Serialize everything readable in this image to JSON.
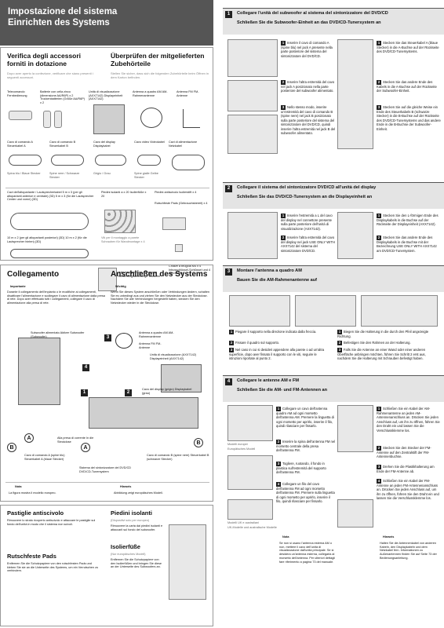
{
  "header": {
    "title_it": "Impostazione del sistema",
    "title_de": "Einrichten des Systems"
  },
  "verify": {
    "title_it": "Verifica degli accessori forniti in dotazione",
    "sub_it": "Dopo aver aperto la confezione, verificare che siano presenti i seguenti accessori.",
    "title_de": "Überprüfen der mitgelieferten Zubehörteile",
    "sub_de": "Stellen Sie sicher, dass sich die folgenden Zubehörteile beim Öffnen in dem Karton befinden.",
    "items_row1": [
      "Telecomando Fernbedienung",
      "Batterie con cella zinco (dimensione AA/R6P) x 2 Trockenbatterien (Größe AA/R6P) x 2",
      "Unità di visualizzazione (AXX7142) Displayeinheit (AXX7142)",
      "Antenna a quadro AM AM-Rahmenantenne",
      "Antenna FM FM-Antenne"
    ],
    "items_row2": [
      "Cavo di comando A Steuerkabel A",
      "Cavo di comando B Steuerkabel B",
      "Cavo del display Displaykabel",
      "Cavo video Videokabel",
      "Cavi di alimentazione Netzkabel"
    ],
    "cable_colors": [
      "Spina blu / Blaue Stecker",
      "Spine nere / Schwarze Stecker",
      "Grigio / Grau",
      "Spine gialle Gelbe Stecker"
    ],
    "items_row3_left": "Cavi dell'altoparlante / Lautsprecherkabel 5 m x 3 (per gli altoparlanti anteriori e centrale) (3D) 5 m x 3 (für die Lautsprecher Center und vorne) (3D)",
    "items_row3_mid": "Piedini isolanti a x 20 Isolierfüße x 20",
    "items_row3_mid2": "Piedini antiscivolo Isolierstift x 4",
    "items_row3_right": "Rutschfeste Pads (Gebrauchsbereit) x 4",
    "items_row4_left": "10 m x 2 (per gli altoparlanti posteriori) (3D) 10 m x 2 (für die Lautsprecher hinten) (3D)",
    "items_row4_mid": "Istruzioni per l'uso / Garanzia Bedienungsanleitung / Garantie",
    "items_row4_mid2": "Viti per il montaggio a parete Schrauben für Wandmontage x 4",
    "items_row4_right": "Chiave a brugola M4 x 4 Inbusschlüssel-Schlüssel und 4 Schrauben"
  },
  "connect": {
    "title_it": "Collegamento",
    "title_de": "Anschließen des Systems",
    "imp_it_label": "Importante",
    "imp_it_text": "Durante il collegamento dell'impianto o le modifiche ai collegamenti, disattivare l'alimentazione e scollegare il cavo di alimentazione dalla presa di rete. Dopo aver effettuato tutti i collegamenti, collegare il cavo di alimentazione alla presa di rete.",
    "imp_de_label": "Wichtig",
    "imp_de_text": "Wenn Sie dieses System anschließen oder Verbindungen ändern, schalten Sie es unbedingt aus und ziehen Sie den Netzstecker aus der Steckdose. Nachdem Sie alle Verbindungen hergestellt haben, stecken Sie den Netzstecker wieder in die Steckdose.",
    "labels": {
      "sub": "Subwoofer alimentato Aktiver Subwoofer (Subwoofer)",
      "am": "Antenna a quadro AM AM-Rahmenantenne",
      "fm": "Antenna FM FM-Antenne",
      "disp": "Unità di visualizzazione (AXX7142) Displayeinheit (AXX7142)",
      "dispcable": "Cavo del display (grigio) Displaykabel (grau)",
      "ctrlA": "Cavo di comando A (spine blu) Steuerkabel A (blaue Stecker)",
      "tuner": "Sistema del sintonizzatore del DVD/CD DVD/CD-Tunersystem",
      "ctrlB": "Cavo di comando B (spine nere) Steuerkabel B (schwarze Stecker)",
      "wall": "Alla presa di corrente In die Steckdose"
    },
    "note_it_label": "Nota",
    "note_it": "La figura mostra il modello europeo.",
    "note_de_label": "Hinweis",
    "note_de": "Abbildung zeigt europäisches Modell."
  },
  "bottom": {
    "pads_title": "Pastiglie antiscivolo",
    "pads_text": "Rimuovere lo strato ricoperto antiscivolo e attaccare le pastiglie sul fondo dell'unità in modo che il sistema non scivoli.",
    "pads_de_title": "Rutschfeste Pads",
    "pads_de_text": "Entfernen Sie die Schutzpapiere von den rutschfesten Pads und kleben Sie sie an die Unterseite des Systems, um ein Verrutschen zu verhindern.",
    "feet_title": "Piedini isolanti",
    "feet_sub": "(Dispositivi solo per europeo)",
    "feet_text": "Rimuovere la carta dai piedini isolanti e attaccarli sul fondo del subwoofer.",
    "feet_de_title": "Isolierfüße",
    "feet_de_sub": "(Nur europäisches Modell)",
    "feet_de_text": "Entfernen Sie die Schutzpapiere von den Isolierfüßen und bringen Sie diese an der Unterseite des Subwoofers an."
  },
  "steps": [
    {
      "num": "1",
      "title_it": "Collegare l'unità del subwoofer al sistema del sintonizzatore del DVD/CD",
      "title_de": "Schließen Sie die Subwoofer-Einheit an das DVD/CD-Tunersystem an",
      "instructions_it": [
        "Inserire il cavo di comando A (spine blu) nel jack A presente nella parte posteriore del sistema del sintonizzatore del DVD/CD.",
        "Inserire l'altra estremità del cavo nel jack A posizionato nella parte posteriore del subwoofer alimentato.",
        "Nello stesso modo, inserire un'estremità del cavo di comando B (spine nere) nel jack B posizionato sulla parte posteriore del sistema del sintonizzatore del DVD/CD, quindi inserire l'altra estremità nel jack B del subwoofer alimentato."
      ],
      "instructions_de": [
        "Stecken Sie das Steuerkabel A (blaue Stecker) in die A-Buchse auf der Rückseite des DVD/CD-Tunersystems.",
        "Stecken Sie das andere Ende des Kabels in die A-Buchse auf der Rückseite der Subwoofer-Einheit.",
        "Stecken Sie auf die gleiche Weise ein Ende des Steuerkabels B (schwarze Stecker) in die B-Buchse auf der Rückseite des DVD/CD-Tunersystems und das andere Ende in die B-Buchse der Subwoofer-Einheit."
      ]
    },
    {
      "num": "2",
      "title_it": "Collegare il sistema del sintonizzatore DVD/CD all'unità del display",
      "title_de": "Schließen Sie das DVD/CD-Tunersystem an die Displayeinheit an",
      "instructions_it": [
        "Inserire l'estremità a L del cavo del display nel connettore presente sulla parte posteriore dell'unità di visualizzazione (AXX7142).",
        "Inserire l'altra estremità del cavo del display nel jack USE ONLY WITH AXX7142 del sistema del sintonizzatore DVD/CD."
      ],
      "instructions_de": [
        "Stecken Sie den L-förmigen Ende des Displaykabels in die Buchse auf der Rückseite der Displayeinheit (AXX7142).",
        "Stecken Sie das andere Ende des Displaykabels in die Buchse mit der Bezeichnung USE ONLY WITH AXX7142 am DVD/CD-Tunersystem."
      ]
    },
    {
      "num": "3",
      "title_it": "Montare l'antenna a quadro AM",
      "title_de": "Bauen Sie die AM-Rahmenantenne auf",
      "instructions_it": [
        "Piegare il supporto nella direzione indicata dalla freccia.",
        "Fissare il quadro sul supporto.",
        "Nel caso in cui si desideri appendere alla parete o ad un'altra superficie, dopo aver fissato il supporto con le viti, seguire le istruzioni riportate al punto 2."
      ],
      "instructions_de": [
        "Biegen Sie die Halterung in die durch den Pfeil angezeigte Richtung.",
        "Befestigen Sie den Rahmen an der Halterung.",
        "Falls Sie die Antenne an einer Wand oder einer anderen Oberfläche anbringen möchten, führen Sie Schritt 2 erst aus, nachdem Sie die Halterung mit Schrauben befestigt haben."
      ]
    },
    {
      "num": "4",
      "title_it": "Collegare le antenne AM e FM",
      "title_de": "Schließen Sie die AM- und FM-Antennen an",
      "instructions_it": [
        "Collegare un cavo dell'antenna quadro AM ad ogni morsetto dell'antenna AM. Premere la linguetta di ogni morsetto per aprirlo, inserire il filo, quindi rilasciare per fissarlo.",
        "Inserire la spina dell'antenna FM nel morsetto centrale della presa dell'antenna FM.",
        "Togliere, ruotando, il fondo in plastica sull'estremità del supporto dell'antenna FM.",
        "Collegare un filo del cavo dell'antenna FM ad ogni morsetto dell'antenna FM. Premere sulla linguetta di ogni morsetto per aprirlo, inserire il filo, quindi rilasciare per fissarlo."
      ],
      "instructions_de": [
        "Schließen Sie ein Kabel der AM-Rahmenantenne an jeden AM-Antennenanschluss an. Drücken Sie jeden Anschluss auf, um ihn zu öffnen, führen Sie den Draht ein und lassen Sie die Verschlussklemme los.",
        "Stecken Sie den Stecker der FM-Antenne auf den Zentralstift der FM-Antennenbuchse.",
        "Drehen Sie die Plastikhalterung am Ende der FM-Antenne ab.",
        "Schließen Sie ein Kabel der FM-Antenne an jeden FM-Antennenanschluss an. Drücken Sie jeden Anschluss auf, um ihn zu öffnen, führen Sie den Draht ein und lassen Sie die Verschlussklemme los."
      ],
      "model_label_it": "Modelli europei",
      "model_label_de": "Europäisches Modell",
      "model2_label_it": "Modelli UK e australiani",
      "model2_label_de": "UK-Modelle und australische Modelle",
      "note_it_label": "Nota",
      "note_it": "Se non si usano l'antenna esterna AM o non, mettere il cavo dell'unità di visualizzazione dall'unità principale. Se si desidera un'antenna esterna, collegarla al morsetto dell'antenna. Per ulteriori dettagli fare riferimento a pagina 73 del manuale.",
      "note_de_label": "Hinweis",
      "note_de": "Halten Sie die Antennenkabel von anderen Kabeln, den Displaykabeln und dem Netzkabel fern. Informationen zu Außenantennen finden Sie auf Seite 73 der Bedienungsanleitung."
    }
  ]
}
